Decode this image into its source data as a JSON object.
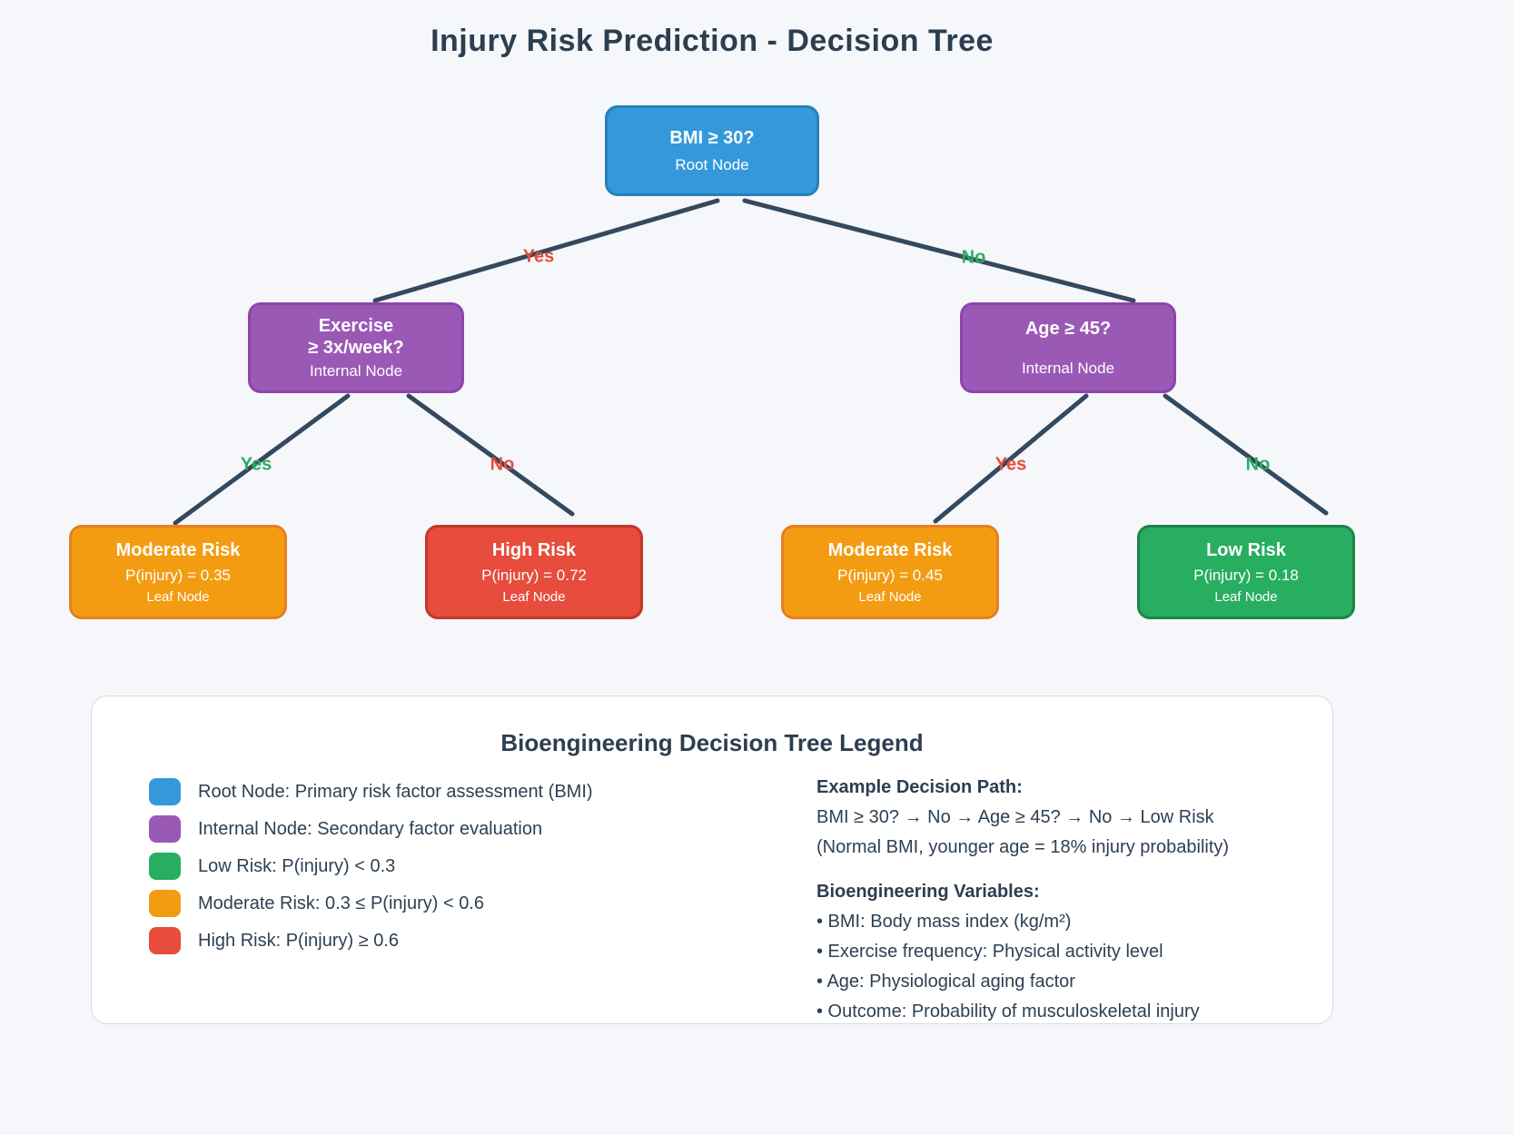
{
  "page": {
    "title": "Injury Risk Prediction - Decision Tree"
  },
  "colors": {
    "background": "#f5f7fa",
    "edge_line": "#34495e",
    "label_red": "#e74c3c",
    "label_green": "#27ae60",
    "root_fill": "#3498db",
    "root_border": "#2980b9",
    "internal_fill": "#9b59b6",
    "internal_border": "#8e44ad",
    "moderate_fill": "#f39c12",
    "moderate_border": "#e67e22",
    "high_fill": "#e74c3c",
    "high_border": "#c0392b",
    "low_fill": "#27ae60",
    "low_border": "#1e8449"
  },
  "tree": {
    "root": {
      "title": "BMI ≥ 30?",
      "subtitle": "Root Node"
    },
    "internal_left": {
      "title_line1": "Exercise",
      "title_line2": "≥ 3x/week?",
      "subtitle": "Internal Node"
    },
    "internal_right": {
      "title": "Age ≥ 45?",
      "subtitle": "Internal Node"
    },
    "leaves": [
      {
        "title": "Moderate Risk",
        "probability": "P(injury) = 0.35",
        "subtitle": "Leaf Node"
      },
      {
        "title": "High Risk",
        "probability": "P(injury) = 0.72",
        "subtitle": "Leaf Node"
      },
      {
        "title": "Moderate Risk",
        "probability": "P(injury) = 0.45",
        "subtitle": "Leaf Node"
      },
      {
        "title": "Low Risk",
        "probability": "P(injury) = 0.18",
        "subtitle": "Leaf Node"
      }
    ],
    "edge_labels": {
      "root_yes": "Yes",
      "root_no": "No",
      "left_yes": "Yes",
      "left_no": "No",
      "right_yes": "Yes",
      "right_no": "No"
    }
  },
  "legend": {
    "heading": "Bioengineering Decision Tree Legend",
    "items": [
      {
        "label": "Root Node: Primary risk factor assessment (BMI)",
        "color": "#3498db"
      },
      {
        "label": "Internal Node: Secondary factor evaluation",
        "color": "#9b59b6"
      },
      {
        "label": "Low Risk: P(injury) < 0.3",
        "color": "#27ae60"
      },
      {
        "label": "Moderate Risk: 0.3 ≤ P(injury) < 0.6",
        "color": "#f39c12"
      },
      {
        "label": "High Risk: P(injury) ≥ 0.6",
        "color": "#e74c3c"
      }
    ],
    "example_path": {
      "heading": "Example Decision Path:",
      "line1": "BMI ≥ 30? → No → Age ≥ 45? → No → Low Risk",
      "line2": "(Normal BMI, younger age = 18% injury probability)"
    },
    "variables": {
      "heading": "Bioengineering Variables:",
      "items": [
        "• BMI: Body mass index (kg/m²)",
        "• Exercise frequency: Physical activity level",
        "• Age: Physiological aging factor",
        "• Outcome: Probability of musculoskeletal injury"
      ]
    }
  }
}
